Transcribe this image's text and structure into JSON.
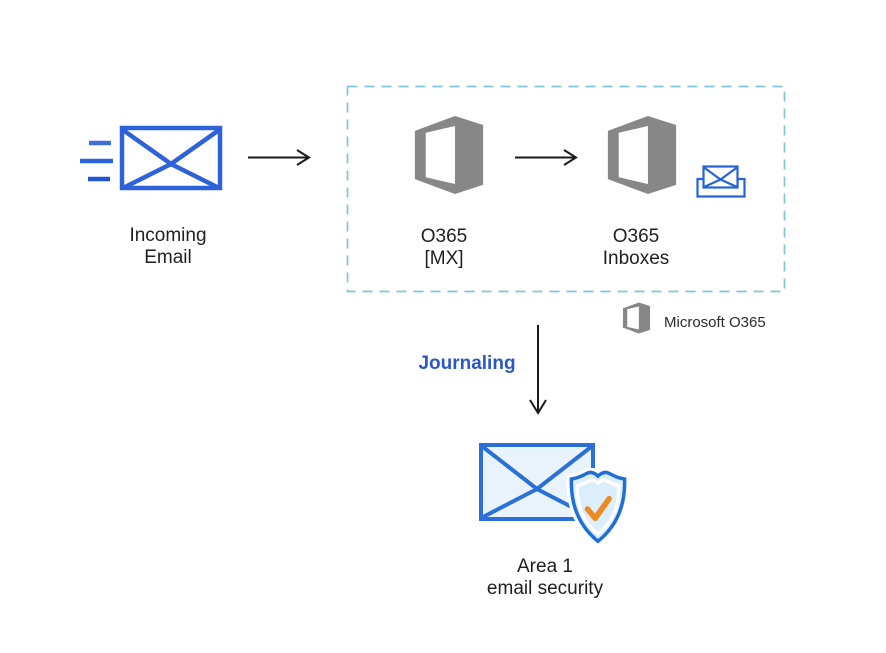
{
  "nodes": {
    "incoming_email": {
      "line1": "Incoming",
      "line2": "Email"
    },
    "o365_mx": {
      "line1": "O365",
      "line2": "[MX]"
    },
    "o365_inboxes": {
      "line1": "O365",
      "line2": "Inboxes"
    },
    "area1": {
      "line1": "Area 1",
      "line2": "email security"
    }
  },
  "legend": {
    "label": "Microsoft O365"
  },
  "flows": {
    "journaling_label": "Journaling"
  },
  "icons": {
    "incoming_email": "envelope-speed-lines-icon",
    "o365_mx": "office-365-logo-icon",
    "o365_inboxes": "office-365-logo-icon",
    "inboxes_tray": "envelope-in-tray-icon",
    "area1": "envelope-shield-check-icon",
    "legend": "office-365-logo-icon",
    "flow_arrows": "black-arrow-icon"
  },
  "colors": {
    "envelope_blue": "#2e62d9",
    "office_gray": "#878787",
    "dashed_border_teal": "#7fc6d6",
    "journaling_blue": "#2b57c8",
    "shield_blue": "#1e6fd6",
    "icon_light_blue_fill": "#e9f3fc",
    "check_orange": "#ed8b23",
    "arrow_black": "#1a1a1a",
    "label_text": "#1f1f1f"
  }
}
